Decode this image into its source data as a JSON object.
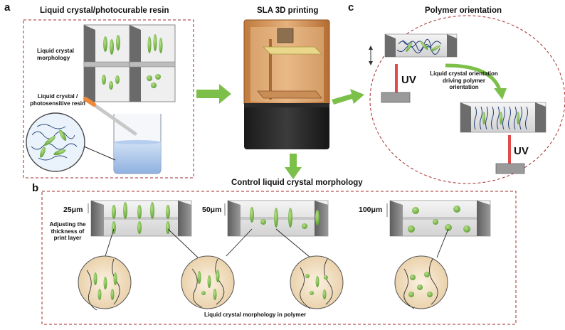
{
  "panel_a": {
    "letter": "a",
    "title": "Liquid crystal/photocurable resin",
    "morphology_label": "Liquid crystal morphology",
    "resin_label": "Liquid crystal / photosensitive resin"
  },
  "center": {
    "title": "SLA 3D printing",
    "control_label": "Control liquid crystal morphology"
  },
  "panel_c": {
    "letter": "c",
    "title": "Polymer orientation",
    "uv_top": "UV",
    "uv_bottom": "UV",
    "orientation_label": "Liquid crystal orientation driving polymer orientation"
  },
  "panel_b": {
    "letter": "b",
    "adjust_label": "Adjusting the thickness of print layer",
    "thickness": [
      "25μm",
      "50μm",
      "100μm"
    ],
    "bottom_label": "Liquid crystal morphology in polymer"
  },
  "colors": {
    "liquid_crystal": "#7cc04a",
    "frame_border": "#a32a2a",
    "arrow": "#7cc04a",
    "uv_beam": "#e34b4b",
    "printer_amber": "#d99a5a"
  }
}
